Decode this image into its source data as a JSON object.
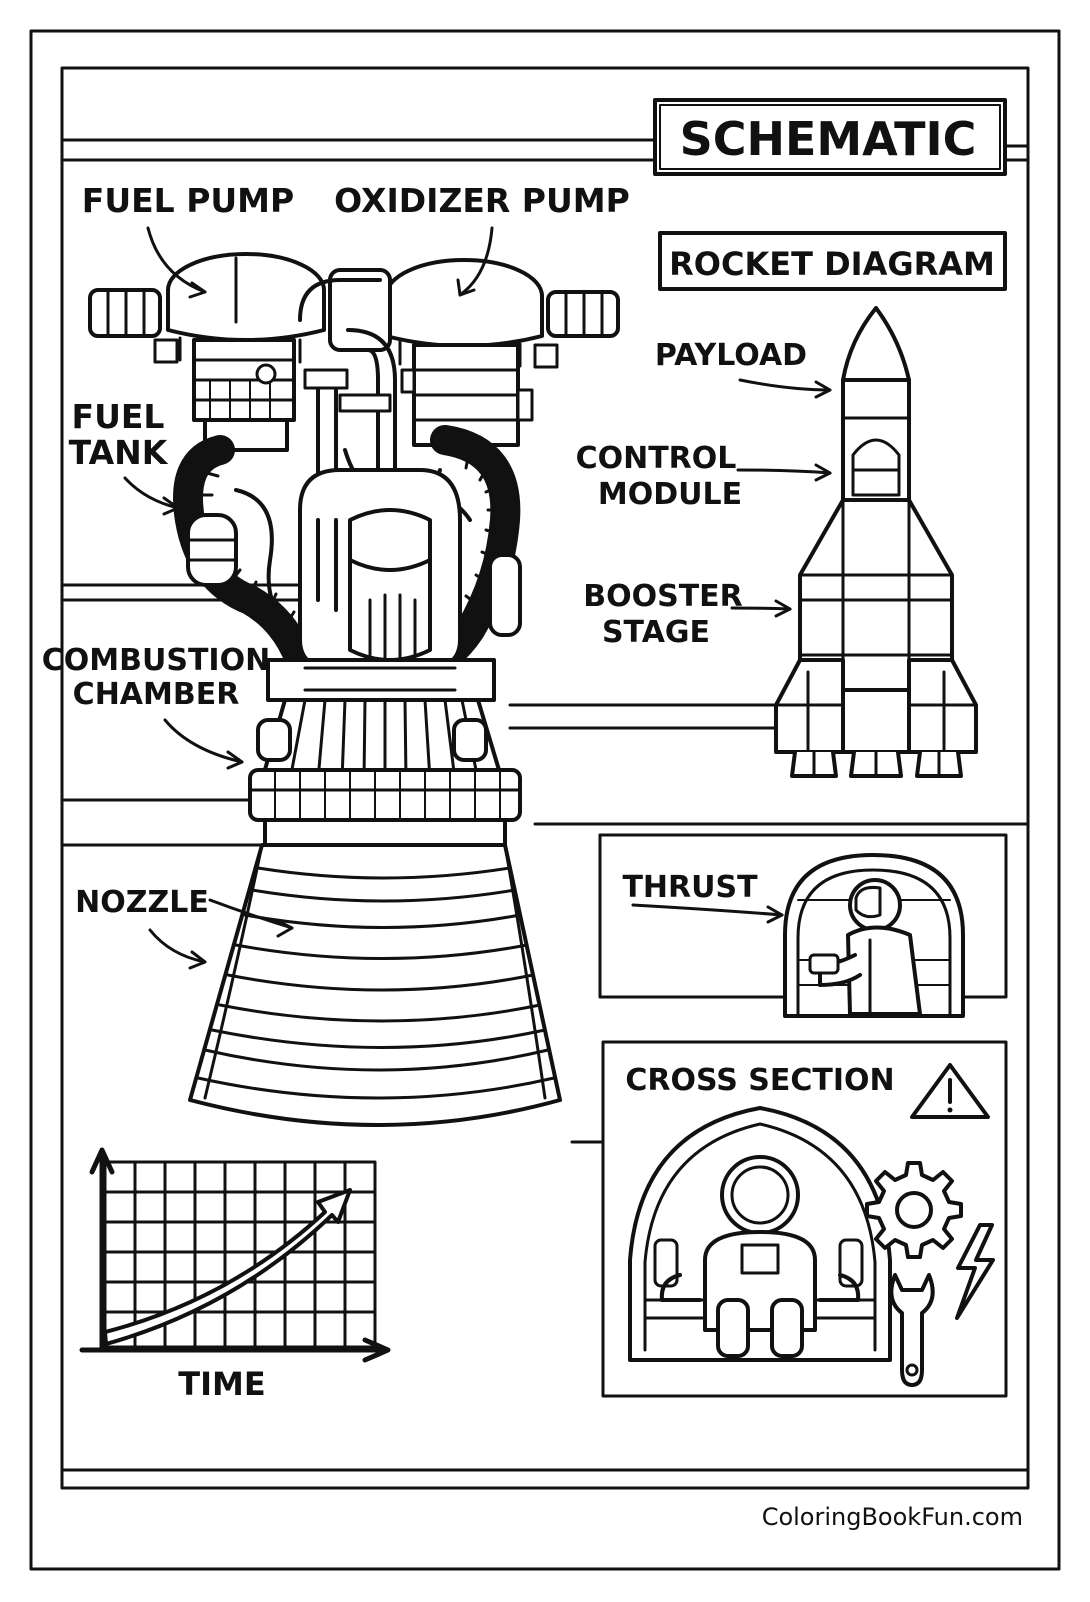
{
  "header": {
    "title": "SCHEMATIC",
    "subtitle": "ROCKET DIAGRAM"
  },
  "engine_labels": {
    "fuel_pump": "FUEL PUMP",
    "oxidizer_pump": "OXIDIZER PUMP",
    "fuel_tank_line1": "FUEL",
    "fuel_tank_line2": "TANK",
    "combustion_line1": "COMBUSTION",
    "combustion_line2": "CHAMBER",
    "nozzle": "NOZZLE"
  },
  "rocket_labels": {
    "payload": "PAYLOAD",
    "control_line1": "CONTROL",
    "control_line2": "MODULE",
    "booster_line1": "BOOSTER",
    "booster_line2": "STAGE"
  },
  "thrust_panel": {
    "label": "THRUST"
  },
  "cross_section_panel": {
    "label": "CROSS SECTION"
  },
  "graph": {
    "xlabel": "TIME"
  },
  "footer": {
    "credit": "ColoringBookFun.com"
  },
  "colors": {
    "ink": "#111111",
    "paper": "#ffffff"
  }
}
